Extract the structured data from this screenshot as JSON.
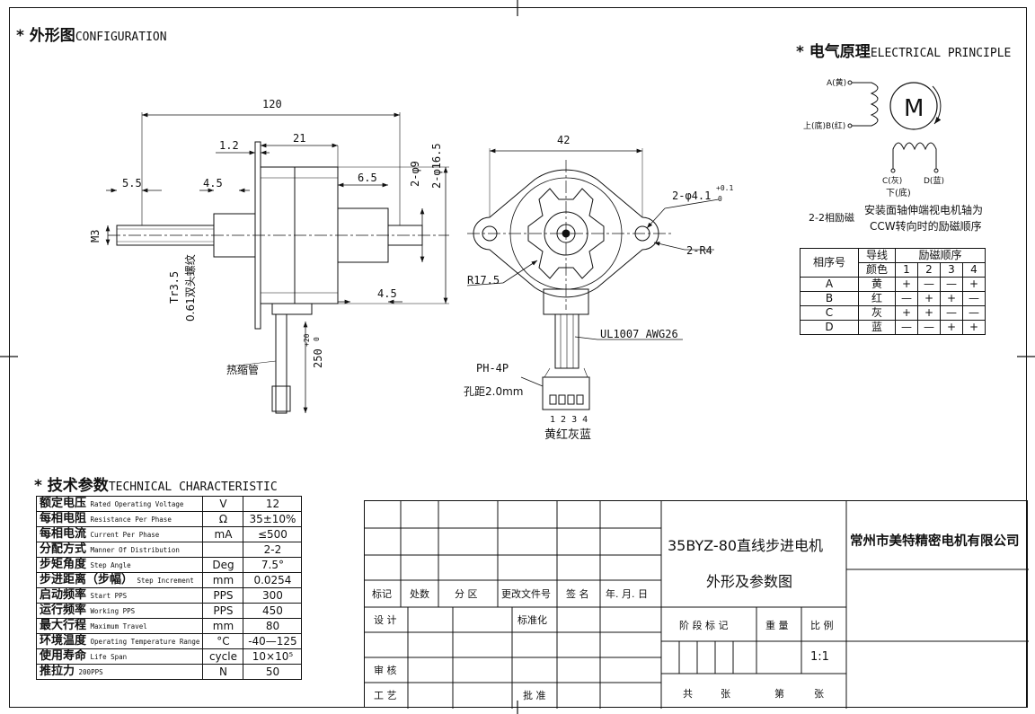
{
  "titles": {
    "configuration_cn": "* 外形图",
    "configuration_en": "CONFIGURATION",
    "electrical_cn": "* 电气原理",
    "electrical_en": "ELECTRICAL PRINCIPLE",
    "technical_cn": "* 技术参数",
    "technical_en": "TECHNICAL CHARACTERISTIC"
  },
  "side_view": {
    "dim_120": "120",
    "dim_1_2": "1.2",
    "dim_21": "21",
    "dim_5_5": "5.5",
    "dim_4_5_top": "4.5",
    "dim_6_5": "6.5",
    "dim_4_5_bottom": "4.5",
    "dim_m3": "M3",
    "dim_phi9": "2-φ9",
    "dim_phi16_5": "2-φ16.5",
    "thread": "Tr3.5",
    "thread_note": "0.61双头螺纹",
    "lead_length": "250",
    "lead_tol_plus": "+20",
    "lead_tol_minus": "0",
    "shrink_tube": "热缩管"
  },
  "front_view": {
    "dim_42": "42",
    "hole": "2-φ4.1",
    "hole_tol_plus": "+0.1",
    "hole_tol_minus": "0",
    "r4": "2-R4",
    "r17_5": "R17.5",
    "wire": "UL1007 AWG26",
    "connector": "PH-4P",
    "pitch": "孔距2.0mm",
    "pins": "1 2 3 4",
    "pin_colors": "黄红灰蓝"
  },
  "electrical": {
    "a_label": "A(黄)",
    "b_label": "上(底)B(红)",
    "c_label": "C(灰)",
    "d_label": "D(蓝)",
    "bottom": "下(底)",
    "motor": "M",
    "excite_22": "2-2相励磁",
    "note1": "安装面轴伸端视电机轴为",
    "note2": "CCW转向时的励磁顺序"
  },
  "sequence": {
    "h_phase": "相序号",
    "h_lead1": "导线",
    "h_lead2": "颜色",
    "h_excite": "励磁顺序",
    "steps": [
      "1",
      "2",
      "3",
      "4"
    ],
    "rows": [
      {
        "phase": "A",
        "color": "黄",
        "s": [
          "+",
          "—",
          "—",
          "+"
        ]
      },
      {
        "phase": "B",
        "color": "红",
        "s": [
          "—",
          "+",
          "+",
          "—"
        ]
      },
      {
        "phase": "C",
        "color": "灰",
        "s": [
          "+",
          "+",
          "—",
          "—"
        ]
      },
      {
        "phase": "D",
        "color": "蓝",
        "s": [
          "—",
          "—",
          "+",
          "+"
        ]
      }
    ]
  },
  "technical": [
    {
      "cn": "额定电压",
      "en": "Rated Operating Voltage",
      "unit": "V",
      "value": "12"
    },
    {
      "cn": "每相电阻",
      "en": "Resistance Per Phase",
      "unit": "Ω",
      "value": "35±10%"
    },
    {
      "cn": "每相电流",
      "en": "Current Per Phase",
      "unit": "mA",
      "value": "≤500"
    },
    {
      "cn": "分配方式",
      "en": "Manner Of Distribution",
      "unit": "",
      "value": "2-2"
    },
    {
      "cn": "步矩角度",
      "en": "Step Angle",
      "unit": "Deg",
      "value": "7.5°"
    },
    {
      "cn": "步进距离（步幅）",
      "en": "Step Increment",
      "unit": "mm",
      "value": "0.0254"
    },
    {
      "cn": "启动频率",
      "en": "Start PPS",
      "unit": "PPS",
      "value": "300"
    },
    {
      "cn": "运行频率",
      "en": "Working PPS",
      "unit": "PPS",
      "value": "450"
    },
    {
      "cn": "最大行程",
      "en": "Maximum Travel",
      "unit": "mm",
      "value": "80"
    },
    {
      "cn": "环境温度",
      "en": "Operating Temperature Range",
      "unit": "°C",
      "value": "-40—125"
    },
    {
      "cn": "使用寿命",
      "en": "Life Span",
      "unit": "cycle",
      "value": "10×10⁵"
    },
    {
      "cn": "推拉力",
      "en": "200PPS",
      "unit": "N",
      "value": "50"
    }
  ],
  "title_block": {
    "product_line1": "35BYZ-80直线步进电机",
    "product_line2": "外形及参数图",
    "company": "常州市美特精密电机有限公司",
    "h_mark": "标记",
    "h_count": "处数",
    "h_zone": "分 区",
    "h_docno": "更改文件号",
    "h_sign": "签 名",
    "h_date": "年. 月. 日",
    "design": "设 计",
    "standard": "标准化",
    "review": "审 核",
    "process": "工 艺",
    "approve": "批 准",
    "stage": "阶 段 标 记",
    "weight": "重 量",
    "scale_label": "比 例",
    "scale": "1:1",
    "total": "共",
    "sheets": "张",
    "no": "第",
    "sheet": "张"
  }
}
